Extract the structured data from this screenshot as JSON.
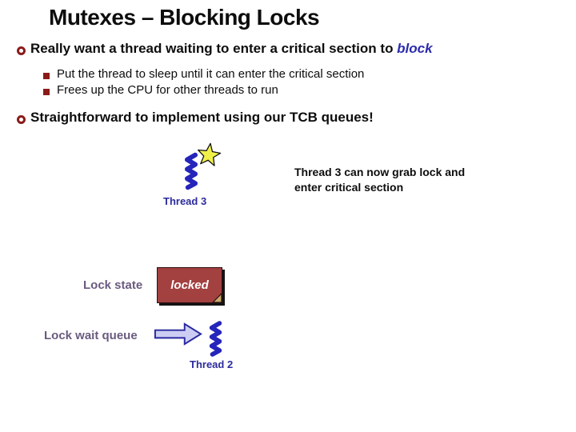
{
  "title": "Mutexes – Blocking Locks",
  "bullets": [
    {
      "level": 1,
      "text": "Really want a thread waiting to enter a critical section to ",
      "emphasis": "block"
    },
    {
      "level": 2,
      "text": "Put the thread to sleep until it can enter the critical section"
    },
    {
      "level": 2,
      "text": "Frees up the CPU for other threads to run"
    },
    {
      "level": 1,
      "text": "Straightforward to implement using our TCB queues!"
    }
  ],
  "diagram": {
    "thread3_label": "Thread 3",
    "annotation": "Thread 3 can now grab lock and\nenter critical section",
    "lock_state_label": "Lock state",
    "lock_state_value": "locked",
    "lock_wait_queue_label": "Lock wait queue",
    "thread2_label": "Thread 2"
  },
  "icons": {
    "circle_bullet": "hollow-circle",
    "square_bullet": "filled-square",
    "thread_icon": "blue-squiggle-thread",
    "star_icon": "yellow-star",
    "arrow_icon": "right-block-arrow",
    "fold_icon": "folded-corner"
  },
  "colors": {
    "background": "#FFFFFF",
    "text_black": "#0D0D0D",
    "bullet_marker_red": "#8B1B1B",
    "emphasis_blue": "#2B2BAD",
    "thread_blue": "#2525BB",
    "thread_label_blue": "#2B2B9E",
    "star_yellow": "#F0F04A",
    "lock_box_red": "#A34040",
    "lock_box_text": "#FFFFFF",
    "purple_label": "#6A5A7F",
    "arrow_fill": "#CDCDF4",
    "arrow_outline": "#2A2A9E"
  }
}
